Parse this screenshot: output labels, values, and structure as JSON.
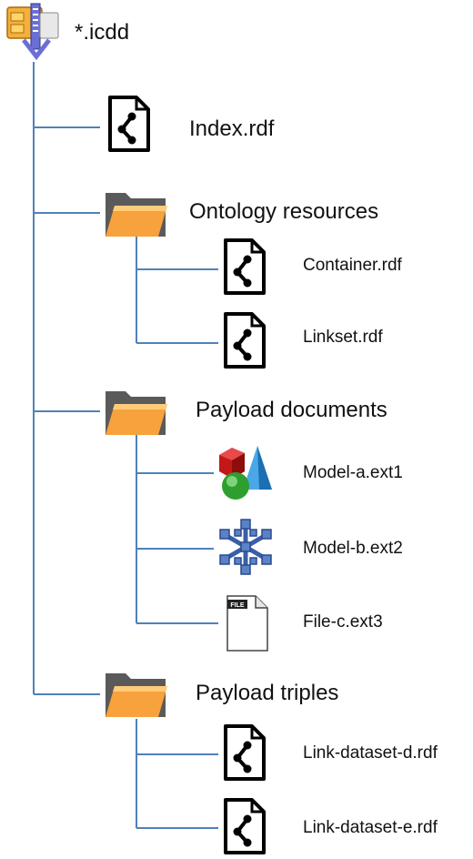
{
  "root": {
    "label": "*.icdd",
    "icon": "zip-archive-icon"
  },
  "items": [
    {
      "id": "index",
      "label": "Index.rdf",
      "icon": "rdf-file-icon"
    },
    {
      "id": "ontology",
      "label": "Ontology resources",
      "icon": "folder-icon",
      "children": [
        {
          "id": "container",
          "label": "Container.rdf",
          "icon": "rdf-file-icon"
        },
        {
          "id": "linkset",
          "label": "Linkset.rdf",
          "icon": "rdf-file-icon"
        }
      ]
    },
    {
      "id": "payload-docs",
      "label": "Payload documents",
      "icon": "folder-icon",
      "children": [
        {
          "id": "model-a",
          "label": "Model-a.ext1",
          "icon": "3d-shapes-icon"
        },
        {
          "id": "model-b",
          "label": "Model-b.ext2",
          "icon": "snowflake-structure-icon"
        },
        {
          "id": "file-c",
          "label": "File-c.ext3",
          "icon": "generic-file-icon"
        }
      ]
    },
    {
      "id": "payload-triples",
      "label": "Payload triples",
      "icon": "folder-icon",
      "children": [
        {
          "id": "link-d",
          "label": "Link-dataset-d.rdf",
          "icon": "rdf-file-icon"
        },
        {
          "id": "link-e",
          "label": "Link-dataset-e.rdf",
          "icon": "rdf-file-icon"
        }
      ]
    }
  ],
  "colors": {
    "connector": "#4f81bd",
    "folder": "#f7a23c",
    "text": "#111111"
  }
}
